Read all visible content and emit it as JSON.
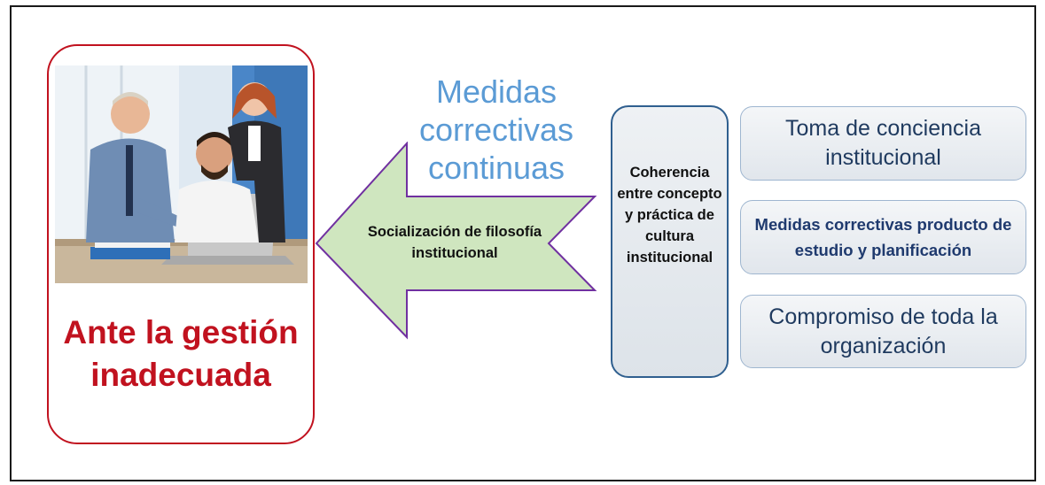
{
  "left_card": {
    "title": "Ante la gestión inadecuada",
    "image": "office-team-meeting-photo"
  },
  "arrow": {
    "label": "Socialización de filosofía institucional",
    "fill": "#cfe6bf",
    "stroke": "#7030a0"
  },
  "medidas": {
    "text": "Medidas correctivas continuas",
    "color": "#5b9bd5"
  },
  "center": {
    "text": "Coherencia entre concepto y práctica de cultura institucional"
  },
  "right": {
    "items": [
      "Toma de conciencia institucional",
      "Medidas correctivas producto de estudio y planificación",
      "Compromiso de toda la organización"
    ]
  },
  "colors": {
    "left_border": "#c1121f",
    "center_border": "#2f5f8f",
    "right_text": "#1f3a5f"
  }
}
